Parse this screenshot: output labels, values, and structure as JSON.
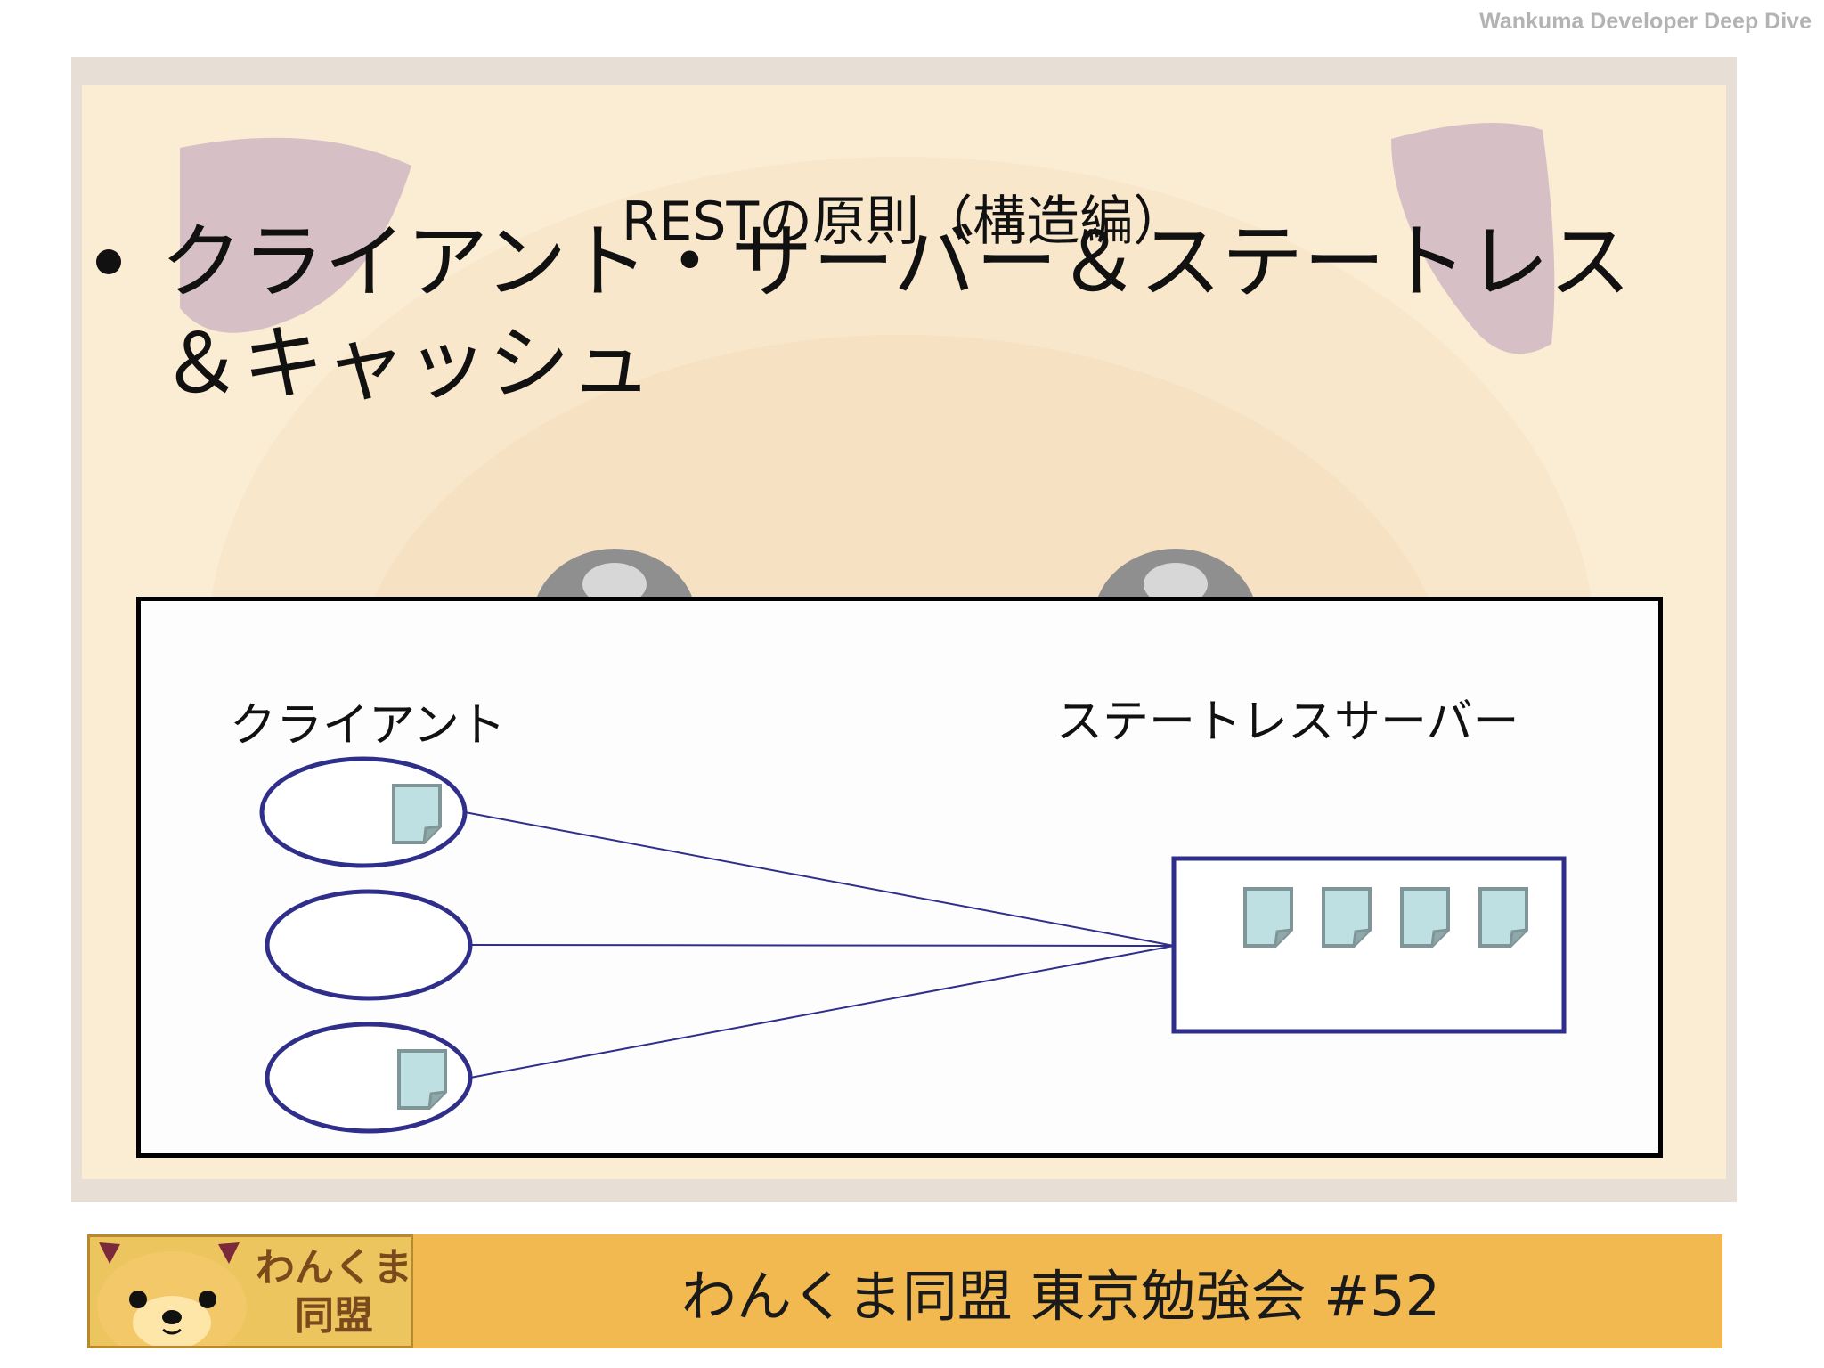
{
  "watermark": "Wankuma Developer Deep Dive",
  "slide": {
    "title": "RESTの原則（構造編）",
    "bullet_line1": "クライアント・サーバー＆ステートレス",
    "bullet_line2": "＆キャッシュ"
  },
  "diagram": {
    "client_label": "クライアント",
    "server_label": "ステートレスサーバー",
    "clients": [
      {
        "has_state": true
      },
      {
        "has_state": false
      },
      {
        "has_state": true
      }
    ],
    "server_state_count": 4
  },
  "footer": {
    "title": "わんくま同盟 東京勉強会 #52",
    "logo_line1": "わんくま",
    "logo_line2": "同盟"
  },
  "colors": {
    "slide_bg": "#fbedd3",
    "footer_bar": "#f1b94f",
    "diagram_stroke": "#2f2e8a",
    "doc_fill": "#bfe0e3",
    "doc_stroke": "#7f9597"
  }
}
